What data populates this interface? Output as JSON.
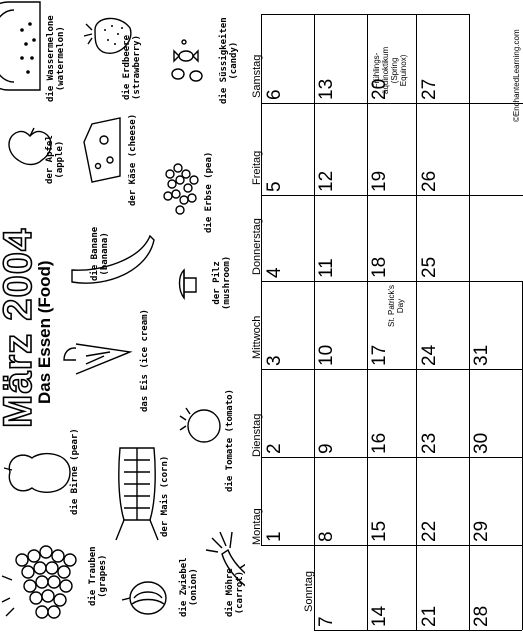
{
  "credit": "©EnchantedLearning.com",
  "title": "März 2004",
  "subtitle": "Das Essen (Food)",
  "weekdays": [
    "Montag",
    "Dienstag",
    "Mittwoch",
    "Donnerstag",
    "Freitag",
    "Samstag",
    "Sonntag"
  ],
  "weeks": [
    [
      "1",
      "2",
      "3",
      "4",
      "5",
      "6",
      "7"
    ],
    [
      "8",
      "9",
      "10",
      "11",
      "12",
      "13",
      "14"
    ],
    [
      "15",
      "16",
      "17",
      "18",
      "19",
      "20",
      "21"
    ],
    [
      "22",
      "23",
      "24",
      "25",
      "26",
      "27",
      "28"
    ],
    [
      "29",
      "30",
      "31",
      "",
      "",
      "",
      ""
    ]
  ],
  "events": {
    "st_patrick": [
      "St. Patrick's",
      "Day"
    ],
    "spring": [
      "Frühlings-",
      "äquinoktikum",
      "(Spring",
      "Equinox)"
    ]
  },
  "foods": [
    {
      "de": "die Wassermelone",
      "en": "(watermelon)",
      "icon": "watermelon-icon"
    },
    {
      "de": "die Erdbeere",
      "en": "(strawberry)",
      "icon": "strawberry-icon"
    },
    {
      "de": "die Süssigkeiten",
      "en": "(candy)",
      "icon": "candy-icon"
    },
    {
      "de": "der Apfel",
      "en": "(apple)",
      "icon": "apple-icon"
    },
    {
      "de": "der Käse (cheese)",
      "en": "",
      "icon": "cheese-icon"
    },
    {
      "de": "die Erbse (pea)",
      "en": "",
      "icon": "pea-icon"
    },
    {
      "de": "die Banane",
      "en": "(banana)",
      "icon": "banana-icon"
    },
    {
      "de": "der Pilz",
      "en": "(mushroom)",
      "icon": "mushroom-icon"
    },
    {
      "de": "das Eis (ice cream)",
      "en": "",
      "icon": "ice-cream-icon"
    },
    {
      "de": "die Tomate (tomato)",
      "en": "",
      "icon": "tomato-icon"
    },
    {
      "de": "die Birne (pear)",
      "en": "",
      "icon": "pear-icon"
    },
    {
      "de": "der Mais (corn)",
      "en": "",
      "icon": "corn-icon"
    },
    {
      "de": "die Trauben",
      "en": "(grapes)",
      "icon": "grapes-icon"
    },
    {
      "de": "die Zwiebel",
      "en": "(onion)",
      "icon": "onion-icon"
    },
    {
      "de": "die Möhre",
      "en": "(carrot)",
      "icon": "carrot-icon"
    }
  ]
}
